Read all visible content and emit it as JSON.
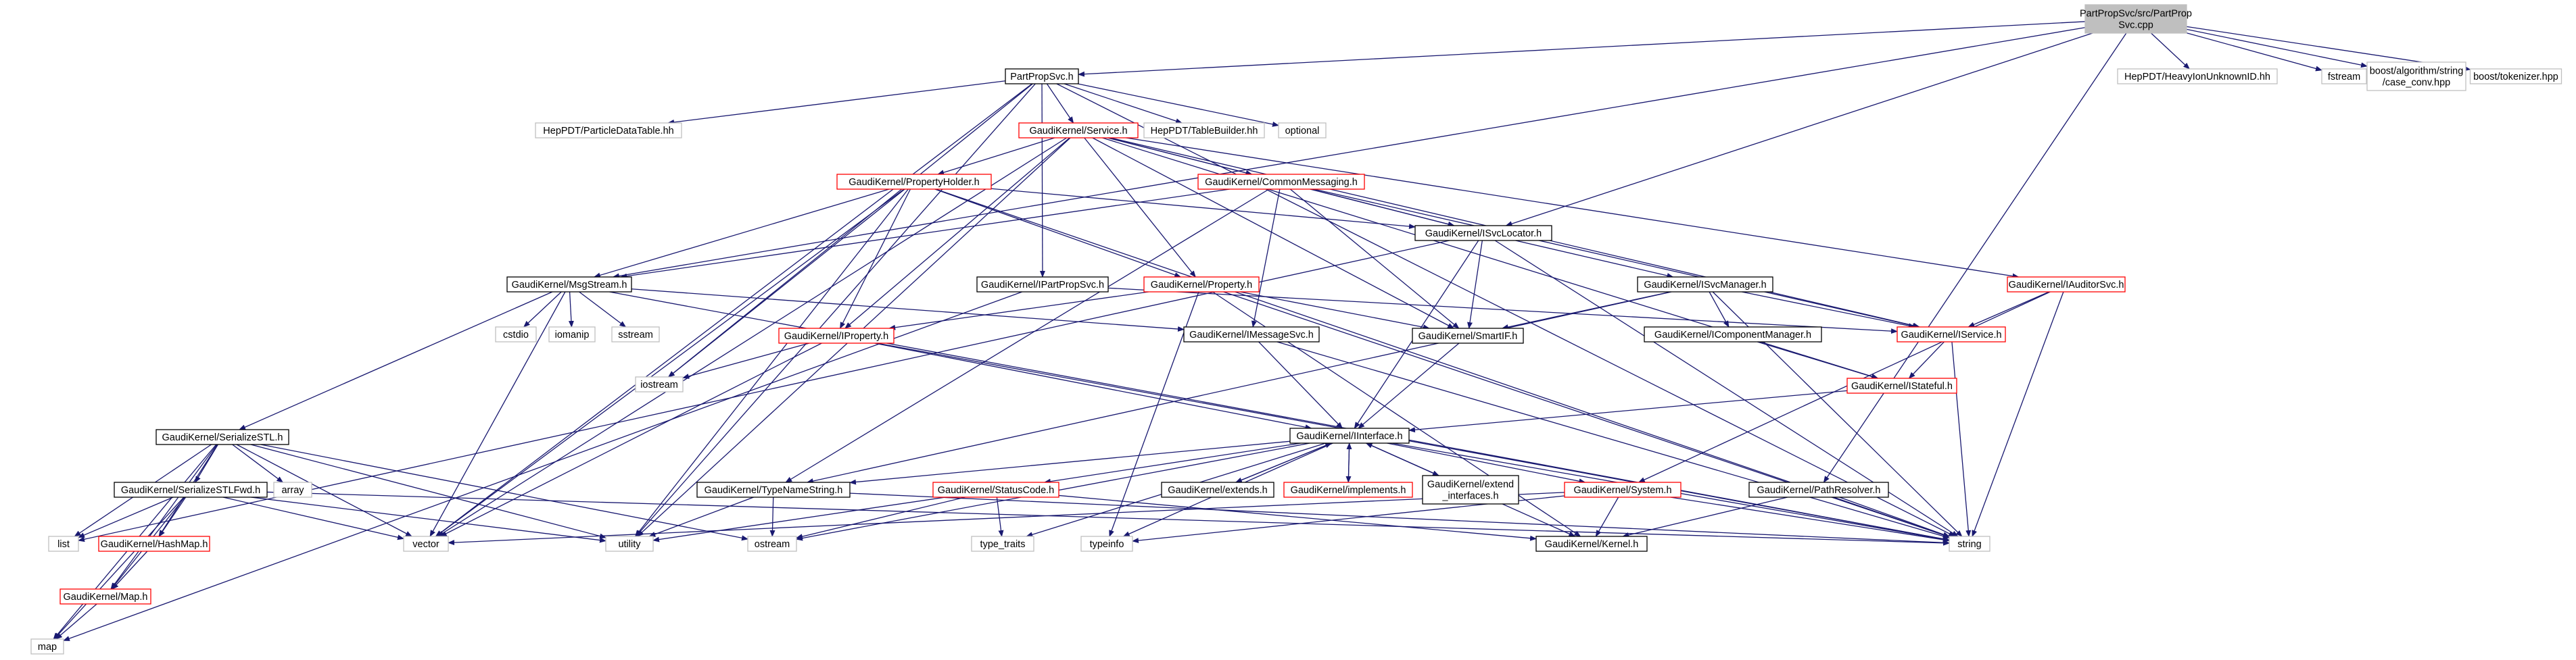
{
  "root": "PartPropSvc/src/PartPropSvc.cpp",
  "colors": {
    "edge": "#191970",
    "root_fill": "#bfbfbf",
    "red_border": "#ff0000",
    "black_border": "#000000",
    "grey_border": "#bfbfbf"
  },
  "nodes": [
    {
      "id": "root",
      "lines": [
        "PartPropSvc/src/PartProp",
        "Svc.cpp"
      ],
      "style": "root"
    },
    {
      "id": "pps_h",
      "lines": [
        "PartPropSvc.h"
      ],
      "style": "black"
    },
    {
      "id": "heavyion",
      "lines": [
        "HepPDT/HeavyIonUnknownID.hh"
      ],
      "style": "grey"
    },
    {
      "id": "fstream",
      "lines": [
        "fstream"
      ],
      "style": "grey"
    },
    {
      "id": "case_conv",
      "lines": [
        "boost/algorithm/string",
        "/case_conv.hpp"
      ],
      "style": "grey"
    },
    {
      "id": "tokenizer",
      "lines": [
        "boost/tokenizer.hpp"
      ],
      "style": "grey"
    },
    {
      "id": "pdtable",
      "lines": [
        "HepPDT/ParticleDataTable.hh"
      ],
      "style": "grey"
    },
    {
      "id": "service_h",
      "lines": [
        "GaudiKernel/Service.h"
      ],
      "style": "red"
    },
    {
      "id": "tablebuilder",
      "lines": [
        "HepPDT/TableBuilder.hh"
      ],
      "style": "grey"
    },
    {
      "id": "optional",
      "lines": [
        "optional"
      ],
      "style": "grey"
    },
    {
      "id": "propholder",
      "lines": [
        "GaudiKernel/PropertyHolder.h"
      ],
      "style": "red"
    },
    {
      "id": "commonmsg",
      "lines": [
        "GaudiKernel/CommonMessaging.h"
      ],
      "style": "red"
    },
    {
      "id": "isvcloc",
      "lines": [
        "GaudiKernel/ISvcLocator.h"
      ],
      "style": "black"
    },
    {
      "id": "iauditor",
      "lines": [
        "GaudiKernel/IAuditorSvc.h"
      ],
      "style": "red"
    },
    {
      "id": "msgstream",
      "lines": [
        "GaudiKernel/MsgStream.h"
      ],
      "style": "black"
    },
    {
      "id": "ipartprop",
      "lines": [
        "GaudiKernel/IPartPropSvc.h"
      ],
      "style": "black"
    },
    {
      "id": "property",
      "lines": [
        "GaudiKernel/Property.h"
      ],
      "style": "red"
    },
    {
      "id": "isvcmgr",
      "lines": [
        "GaudiKernel/ISvcManager.h"
      ],
      "style": "black"
    },
    {
      "id": "cstdio",
      "lines": [
        "cstdio"
      ],
      "style": "grey"
    },
    {
      "id": "iomanip",
      "lines": [
        "iomanip"
      ],
      "style": "grey"
    },
    {
      "id": "sstream",
      "lines": [
        "sstream"
      ],
      "style": "grey"
    },
    {
      "id": "iproperty",
      "lines": [
        "GaudiKernel/IProperty.h"
      ],
      "style": "red"
    },
    {
      "id": "imsgsvc",
      "lines": [
        "GaudiKernel/IMessageSvc.h"
      ],
      "style": "black"
    },
    {
      "id": "smartif",
      "lines": [
        "GaudiKernel/SmartIF.h"
      ],
      "style": "black"
    },
    {
      "id": "icompmgr",
      "lines": [
        "GaudiKernel/IComponentManager.h"
      ],
      "style": "black"
    },
    {
      "id": "iservice",
      "lines": [
        "GaudiKernel/IService.h"
      ],
      "style": "red"
    },
    {
      "id": "iostream",
      "lines": [
        "iostream"
      ],
      "style": "grey"
    },
    {
      "id": "istateful",
      "lines": [
        "GaudiKernel/IStateful.h"
      ],
      "style": "red"
    },
    {
      "id": "serstl",
      "lines": [
        "GaudiKernel/SerializeSTL.h"
      ],
      "style": "black"
    },
    {
      "id": "iinterface",
      "lines": [
        "GaudiKernel/IInterface.h"
      ],
      "style": "black"
    },
    {
      "id": "array",
      "lines": [
        "array"
      ],
      "style": "grey"
    },
    {
      "id": "serstlfwd",
      "lines": [
        "GaudiKernel/SerializeSTLFwd.h"
      ],
      "style": "black"
    },
    {
      "id": "typenamestr",
      "lines": [
        "GaudiKernel/TypeNameString.h"
      ],
      "style": "black"
    },
    {
      "id": "statuscode",
      "lines": [
        "GaudiKernel/StatusCode.h"
      ],
      "style": "red"
    },
    {
      "id": "extends",
      "lines": [
        "GaudiKernel/extends.h"
      ],
      "style": "black"
    },
    {
      "id": "implements",
      "lines": [
        "GaudiKernel/implements.h"
      ],
      "style": "red"
    },
    {
      "id": "extendif",
      "lines": [
        "GaudiKernel/extend",
        "_interfaces.h"
      ],
      "style": "black"
    },
    {
      "id": "system",
      "lines": [
        "GaudiKernel/System.h"
      ],
      "style": "red"
    },
    {
      "id": "pathresolver",
      "lines": [
        "GaudiKernel/PathResolver.h"
      ],
      "style": "black"
    },
    {
      "id": "list",
      "lines": [
        "list"
      ],
      "style": "grey"
    },
    {
      "id": "hashmap",
      "lines": [
        "GaudiKernel/HashMap.h"
      ],
      "style": "red"
    },
    {
      "id": "vector",
      "lines": [
        "vector"
      ],
      "style": "grey"
    },
    {
      "id": "utility",
      "lines": [
        "utility"
      ],
      "style": "grey"
    },
    {
      "id": "ostream",
      "lines": [
        "ostream"
      ],
      "style": "grey"
    },
    {
      "id": "type_traits",
      "lines": [
        "type_traits"
      ],
      "style": "grey"
    },
    {
      "id": "typeinfo",
      "lines": [
        "typeinfo"
      ],
      "style": "grey"
    },
    {
      "id": "kernel",
      "lines": [
        "GaudiKernel/Kernel.h"
      ],
      "style": "black"
    },
    {
      "id": "string",
      "lines": [
        "string"
      ],
      "style": "grey"
    },
    {
      "id": "gkmap",
      "lines": [
        "GaudiKernel/Map.h"
      ],
      "style": "red"
    },
    {
      "id": "map",
      "lines": [
        "map"
      ],
      "style": "grey"
    }
  ],
  "edges": [
    [
      "root",
      "pps_h"
    ],
    [
      "root",
      "heavyion"
    ],
    [
      "root",
      "fstream"
    ],
    [
      "root",
      "case_conv"
    ],
    [
      "root",
      "tokenizer"
    ],
    [
      "root",
      "msgstream"
    ],
    [
      "root",
      "isvcloc"
    ],
    [
      "root",
      "pathresolver"
    ],
    [
      "pps_h",
      "pdtable"
    ],
    [
      "pps_h",
      "service_h"
    ],
    [
      "pps_h",
      "tablebuilder"
    ],
    [
      "pps_h",
      "optional"
    ],
    [
      "pps_h",
      "ipartprop"
    ],
    [
      "pps_h",
      "vector"
    ],
    [
      "pps_h",
      "iostream"
    ],
    [
      "pps_h",
      "utility"
    ],
    [
      "pps_h",
      "string"
    ],
    [
      "service_h",
      "propholder"
    ],
    [
      "service_h",
      "commonmsg"
    ],
    [
      "service_h",
      "isvcloc"
    ],
    [
      "service_h",
      "iauditor"
    ],
    [
      "service_h",
      "property"
    ],
    [
      "service_h",
      "iproperty"
    ],
    [
      "service_h",
      "iservice"
    ],
    [
      "service_h",
      "smartif"
    ],
    [
      "service_h",
      "istateful"
    ],
    [
      "service_h",
      "vector"
    ],
    [
      "service_h",
      "utility"
    ],
    [
      "propholder",
      "iproperty"
    ],
    [
      "propholder",
      "property"
    ],
    [
      "propholder",
      "msgstream"
    ],
    [
      "propholder",
      "isvcloc"
    ],
    [
      "propholder",
      "iostream"
    ],
    [
      "propholder",
      "vector"
    ],
    [
      "propholder",
      "utility"
    ],
    [
      "propholder",
      "string"
    ],
    [
      "commonmsg",
      "msgstream"
    ],
    [
      "commonmsg",
      "imsgsvc"
    ],
    [
      "commonmsg",
      "isvcloc"
    ],
    [
      "commonmsg",
      "smartif"
    ],
    [
      "commonmsg",
      "iservice"
    ],
    [
      "commonmsg",
      "typenamestr"
    ],
    [
      "isvcloc",
      "iinterface"
    ],
    [
      "isvcloc",
      "smartif"
    ],
    [
      "isvcloc",
      "isvcmgr"
    ],
    [
      "isvcloc",
      "list"
    ],
    [
      "isvcloc",
      "string"
    ],
    [
      "iauditor",
      "iservice"
    ],
    [
      "iauditor",
      "system"
    ],
    [
      "iauditor",
      "string"
    ],
    [
      "msgstream",
      "imsgsvc"
    ],
    [
      "msgstream",
      "serstl"
    ],
    [
      "msgstream",
      "cstdio"
    ],
    [
      "msgstream",
      "iomanip"
    ],
    [
      "msgstream",
      "sstream"
    ],
    [
      "msgstream",
      "string"
    ],
    [
      "msgstream",
      "vector"
    ],
    [
      "ipartprop",
      "iservice"
    ],
    [
      "ipartprop",
      "map"
    ],
    [
      "property",
      "iproperty"
    ],
    [
      "property",
      "smartif"
    ],
    [
      "property",
      "typeinfo"
    ],
    [
      "property",
      "kernel"
    ],
    [
      "property",
      "string"
    ],
    [
      "isvcmgr",
      "icompmgr"
    ],
    [
      "isvcmgr",
      "iservice"
    ],
    [
      "isvcmgr",
      "smartif"
    ],
    [
      "isvcmgr",
      "typenamestr"
    ],
    [
      "isvcmgr",
      "string"
    ],
    [
      "iproperty",
      "iinterface"
    ],
    [
      "iproperty",
      "iostream"
    ],
    [
      "iproperty",
      "vector"
    ],
    [
      "iproperty",
      "string"
    ],
    [
      "imsgsvc",
      "iinterface"
    ],
    [
      "imsgsvc",
      "string"
    ],
    [
      "smartif",
      "iinterface"
    ],
    [
      "icompmgr",
      "istateful"
    ],
    [
      "iservice",
      "istateful"
    ],
    [
      "iservice",
      "string"
    ],
    [
      "istateful",
      "iinterface"
    ],
    [
      "serstl",
      "serstlfwd"
    ],
    [
      "serstl",
      "hashmap"
    ],
    [
      "serstl",
      "gkmap"
    ],
    [
      "serstl",
      "array"
    ],
    [
      "serstl",
      "list"
    ],
    [
      "serstl",
      "map"
    ],
    [
      "serstl",
      "utility"
    ],
    [
      "serstl",
      "vector"
    ],
    [
      "serstl",
      "ostream"
    ],
    [
      "iinterface",
      "extends"
    ],
    [
      "iinterface",
      "implements"
    ],
    [
      "iinterface",
      "extendif"
    ],
    [
      "iinterface",
      "system"
    ],
    [
      "iinterface",
      "statuscode"
    ],
    [
      "iinterface",
      "typenamestr"
    ],
    [
      "iinterface",
      "ostream"
    ],
    [
      "iinterface",
      "type_traits"
    ],
    [
      "iinterface",
      "typeinfo"
    ],
    [
      "iinterface",
      "kernel"
    ],
    [
      "iinterface",
      "string"
    ],
    [
      "extends",
      "iinterface"
    ],
    [
      "implements",
      "iinterface"
    ],
    [
      "extendif",
      "iinterface"
    ],
    [
      "serstlfwd",
      "list"
    ],
    [
      "serstlfwd",
      "hashmap"
    ],
    [
      "serstlfwd",
      "gkmap"
    ],
    [
      "serstlfwd",
      "map"
    ],
    [
      "serstlfwd",
      "vector"
    ],
    [
      "serstlfwd",
      "utility"
    ],
    [
      "serstlfwd",
      "string"
    ],
    [
      "typenamestr",
      "utility"
    ],
    [
      "typenamestr",
      "ostream"
    ],
    [
      "typenamestr",
      "string"
    ],
    [
      "statuscode",
      "ostream"
    ],
    [
      "statuscode",
      "type_traits"
    ],
    [
      "statuscode",
      "utility"
    ],
    [
      "statuscode",
      "kernel"
    ],
    [
      "system",
      "kernel"
    ],
    [
      "system",
      "typeinfo"
    ],
    [
      "system",
      "vector"
    ],
    [
      "system",
      "string"
    ],
    [
      "pathresolver",
      "kernel"
    ],
    [
      "pathresolver",
      "string"
    ],
    [
      "hashmap",
      "gkmap"
    ],
    [
      "gkmap",
      "map"
    ]
  ]
}
